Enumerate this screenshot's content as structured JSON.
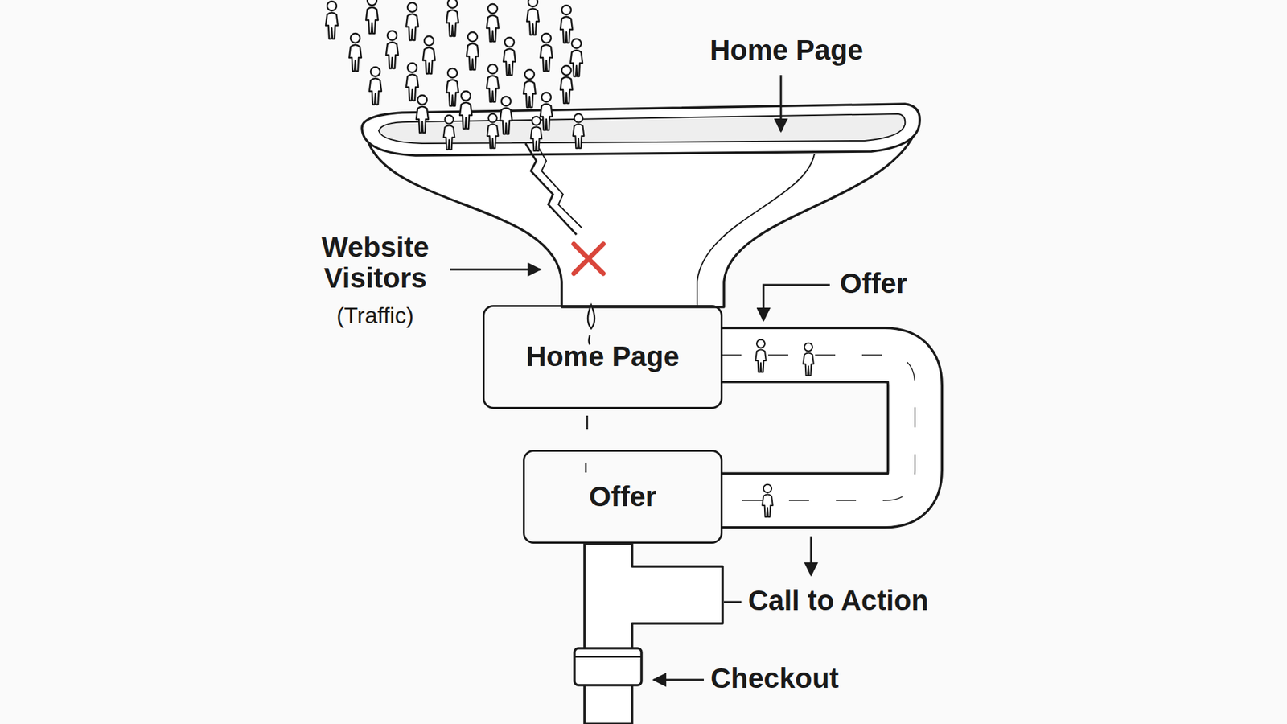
{
  "diagram": {
    "nodes": [
      {
        "text": [
          "Home Page"
        ]
      },
      {
        "text": [
          "Offer"
        ]
      }
    ],
    "edges": [
      {
        "from": 0,
        "to": 1,
        "arrow": "none"
      }
    ],
    "labels": [
      "Home Page",
      "Website Visitors",
      "(Traffic)",
      "Offer",
      "Call to Action",
      "Checkout"
    ]
  }
}
